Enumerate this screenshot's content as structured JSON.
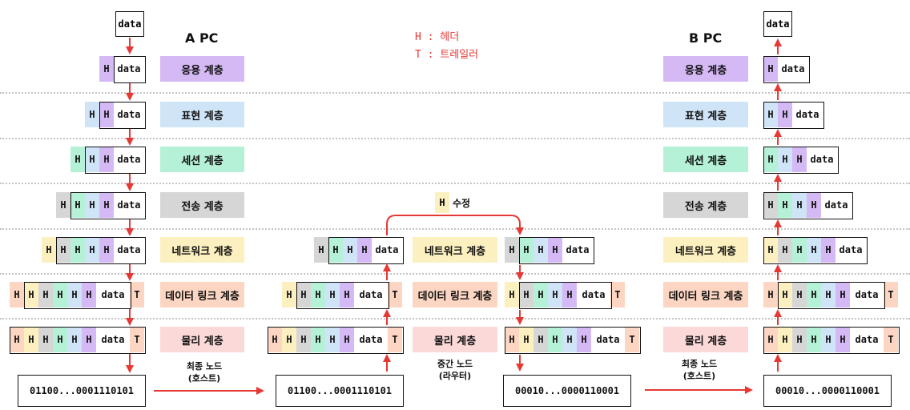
{
  "legend": {
    "h": "H : 헤더",
    "t": "T : 트레일러"
  },
  "modify_label": "수정",
  "cell_labels": {
    "header": "H",
    "trailer": "T",
    "data": "data"
  },
  "host_a": {
    "title": "A PC",
    "caption_line1": "최종 노드",
    "caption_line2": "(호스트)",
    "bits": "01100...0001110101",
    "layers": [
      "응용 계층",
      "표현 계층",
      "세션 계층",
      "전송 계층",
      "네트워크 계층",
      "데이터 링크 계층",
      "물리 계층"
    ]
  },
  "router": {
    "caption_line1": "중간 노드",
    "caption_line2": "(라우터)",
    "bits_in": "01100...0001110101",
    "bits_out": "00010...0000110001",
    "layers": [
      "네트워크 계층",
      "데이터 링크 계층",
      "물리 계층"
    ]
  },
  "host_b": {
    "title": "B PC",
    "caption_line1": "최종 노드",
    "caption_line2": "(호스트)",
    "bits": "00010...0000110001",
    "layers": [
      "응용 계층",
      "표현 계층",
      "세션 계층",
      "전송 계층",
      "네트워크 계층",
      "데이터 링크 계층",
      "물리 계층"
    ]
  },
  "colors": {
    "application": "#d5b9f5",
    "presentation": "#cfe4f7",
    "session": "#b5f1d6",
    "transport": "#d6d6d6",
    "network": "#fdf0c0",
    "datalink": "#fcd6c2",
    "physical": "#fcd9d9",
    "arrow": "#e53935"
  }
}
